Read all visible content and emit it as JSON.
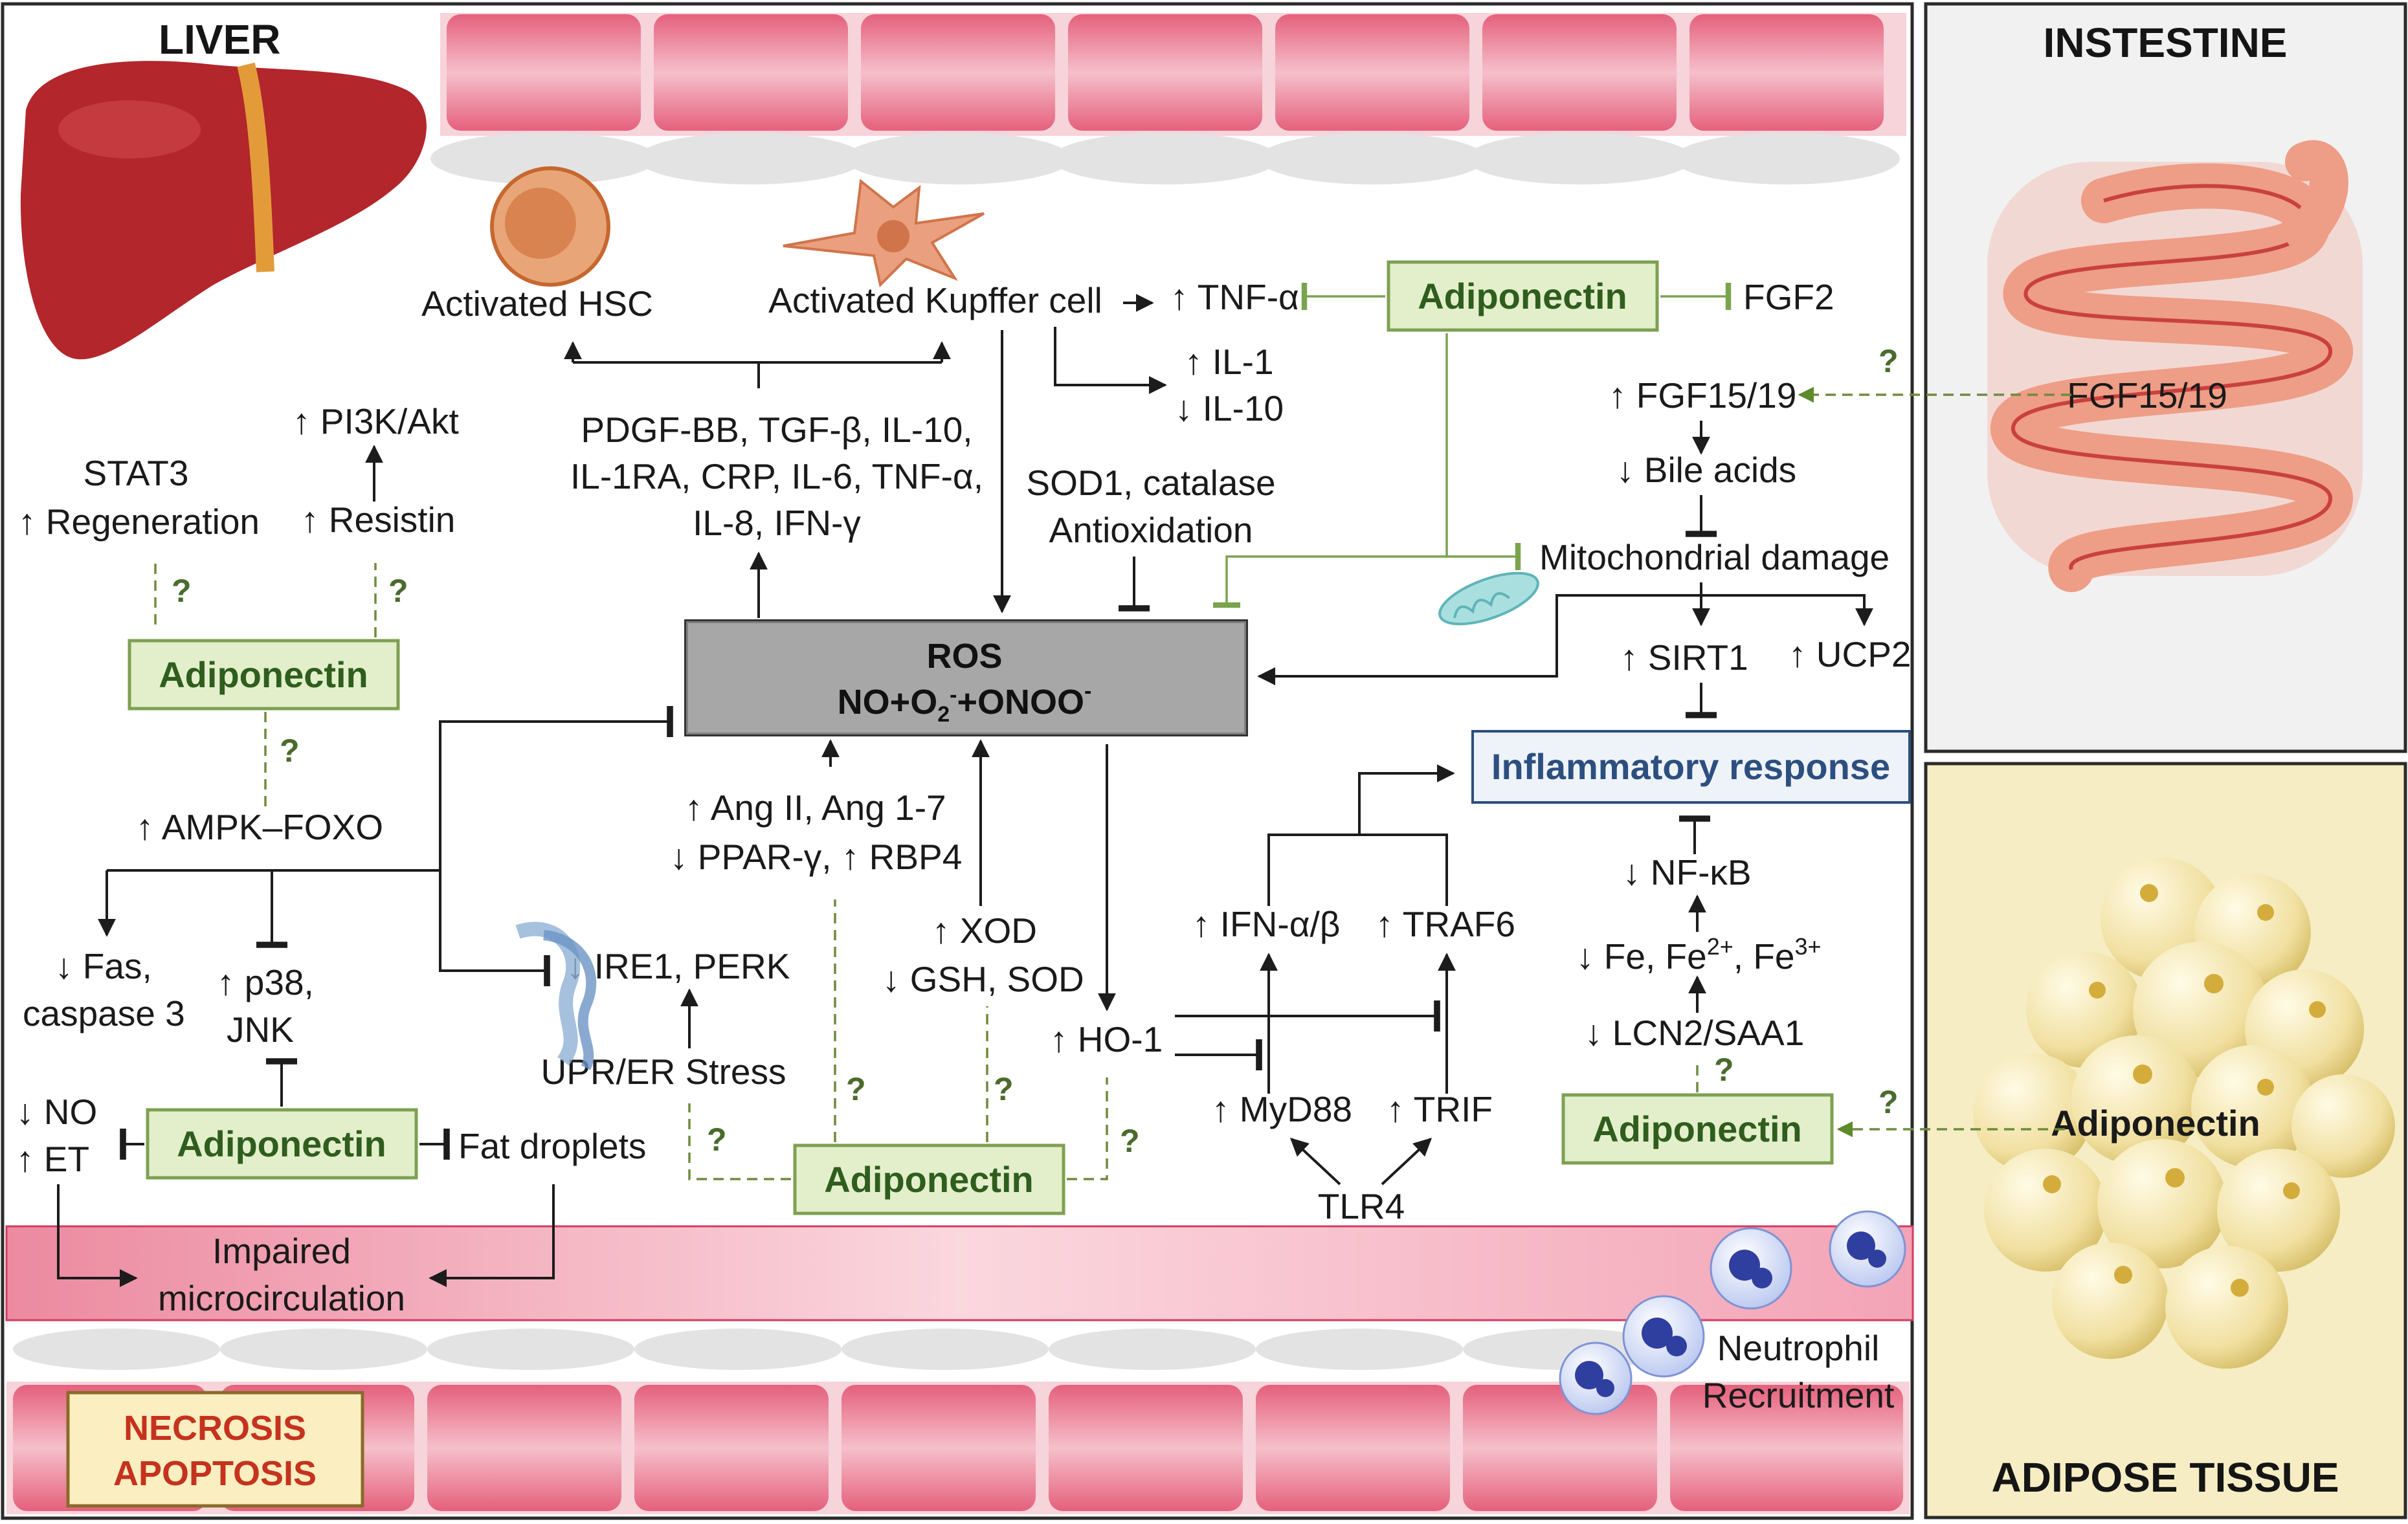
{
  "colors": {
    "adiponectin_fill": "#e3efcb",
    "adiponectin_border": "#7ea052",
    "adiponectin_text": "#2f5d1e",
    "ros_fill": "#8c8c8c",
    "inflammatory_fill": "#eef3fa",
    "inflammatory_text": "#2c4f7f",
    "intestine_panel": "#f1f1f1",
    "adipose_panel": "#f6edc4",
    "vessel_band": "#f4b9c5",
    "cell_red": "#e3677f",
    "necrosis_fill": "#fbeec0",
    "necrosis_text": "#c5321d",
    "dashed_green": "#6e8b3d"
  },
  "panels": {
    "liver_title": "LIVER",
    "intestine_title": "INSTESTINE",
    "adipose_title": "ADIPOSE TISSUE"
  },
  "adiponectin_label": "Adiponectin",
  "question_mark": "?",
  "ros": {
    "line1": "ROS",
    "line2": "NO+O",
    "sub": "2",
    "sup": "-",
    "line2b": "+ONOO",
    "sup2": "-"
  },
  "inflammatory": "Inflammatory  response",
  "necrosis": {
    "line1": "NECROSIS",
    "line2": "APOPTOSIS"
  },
  "labels": {
    "activated_hsc": "Activated HSC",
    "activated_kupffer": "Activated Kupffer cell",
    "tnf_alpha": "↑ TNF-α",
    "fgf2": "FGF2",
    "il1": "↑ IL-1",
    "il10": "↓ IL-10",
    "pi3k": "↑ PI3K/Akt",
    "stat3": "STAT3",
    "regeneration": "↑ Regeneration",
    "resistin": "↑ Resistin",
    "cytokines1": "PDGF-BB, TGF-β, IL-10,",
    "cytokines2": "IL-1RA, CRP, IL-6, TNF-α,",
    "cytokines3": "IL-8, IFN-γ",
    "sod1": "SOD1, catalase",
    "antioxidation": "Antioxidation",
    "fgf1519_liver": "↑ FGF15/19",
    "fgf1519_intestine": "FGF15/19",
    "bile_acids": "↓ Bile acids",
    "mito_damage": "Mitochondrial damage",
    "sirt1": "↑ SIRT1",
    "ucp2": "↑ UCP2",
    "ampk": "↑ AMPK–FOXO",
    "fas": "↓ Fas,",
    "caspase": "caspase 3",
    "p38": "↑ p38,",
    "jnk": "JNK",
    "ire1": "↓ IRE1, PERK",
    "upr": "UPR/ER Stress",
    "ang": "↑ Ang II, Ang 1-7",
    "ppar": "↓ PPAR-γ, ↑ RBP4",
    "xod": "↑ XOD",
    "gsh": "↓ GSH, SOD",
    "ho1": "↑ HO-1",
    "ifn": "↑ IFN-α/β",
    "traf6": "↑ TRAF6",
    "myd88": "↑ MyD88",
    "trif": "↑ TRIF",
    "tlr4": "TLR4",
    "nfkb": "↓ NF-κB",
    "fe": "↓ Fe, Fe",
    "fe_sup1": "2+",
    "fe_mid": ", Fe",
    "fe_sup2": "3+",
    "lcn2": "↓ LCN2/SAA1",
    "no": "↓ NO",
    "et": "↑ ET",
    "fat": "Fat droplets",
    "impaired1": "Impaired",
    "impaired2": "microcirculation",
    "neutrophil1": "Neutrophil",
    "neutrophil2": "Recruitment",
    "adiponectin_adipose": "Adiponectin"
  }
}
